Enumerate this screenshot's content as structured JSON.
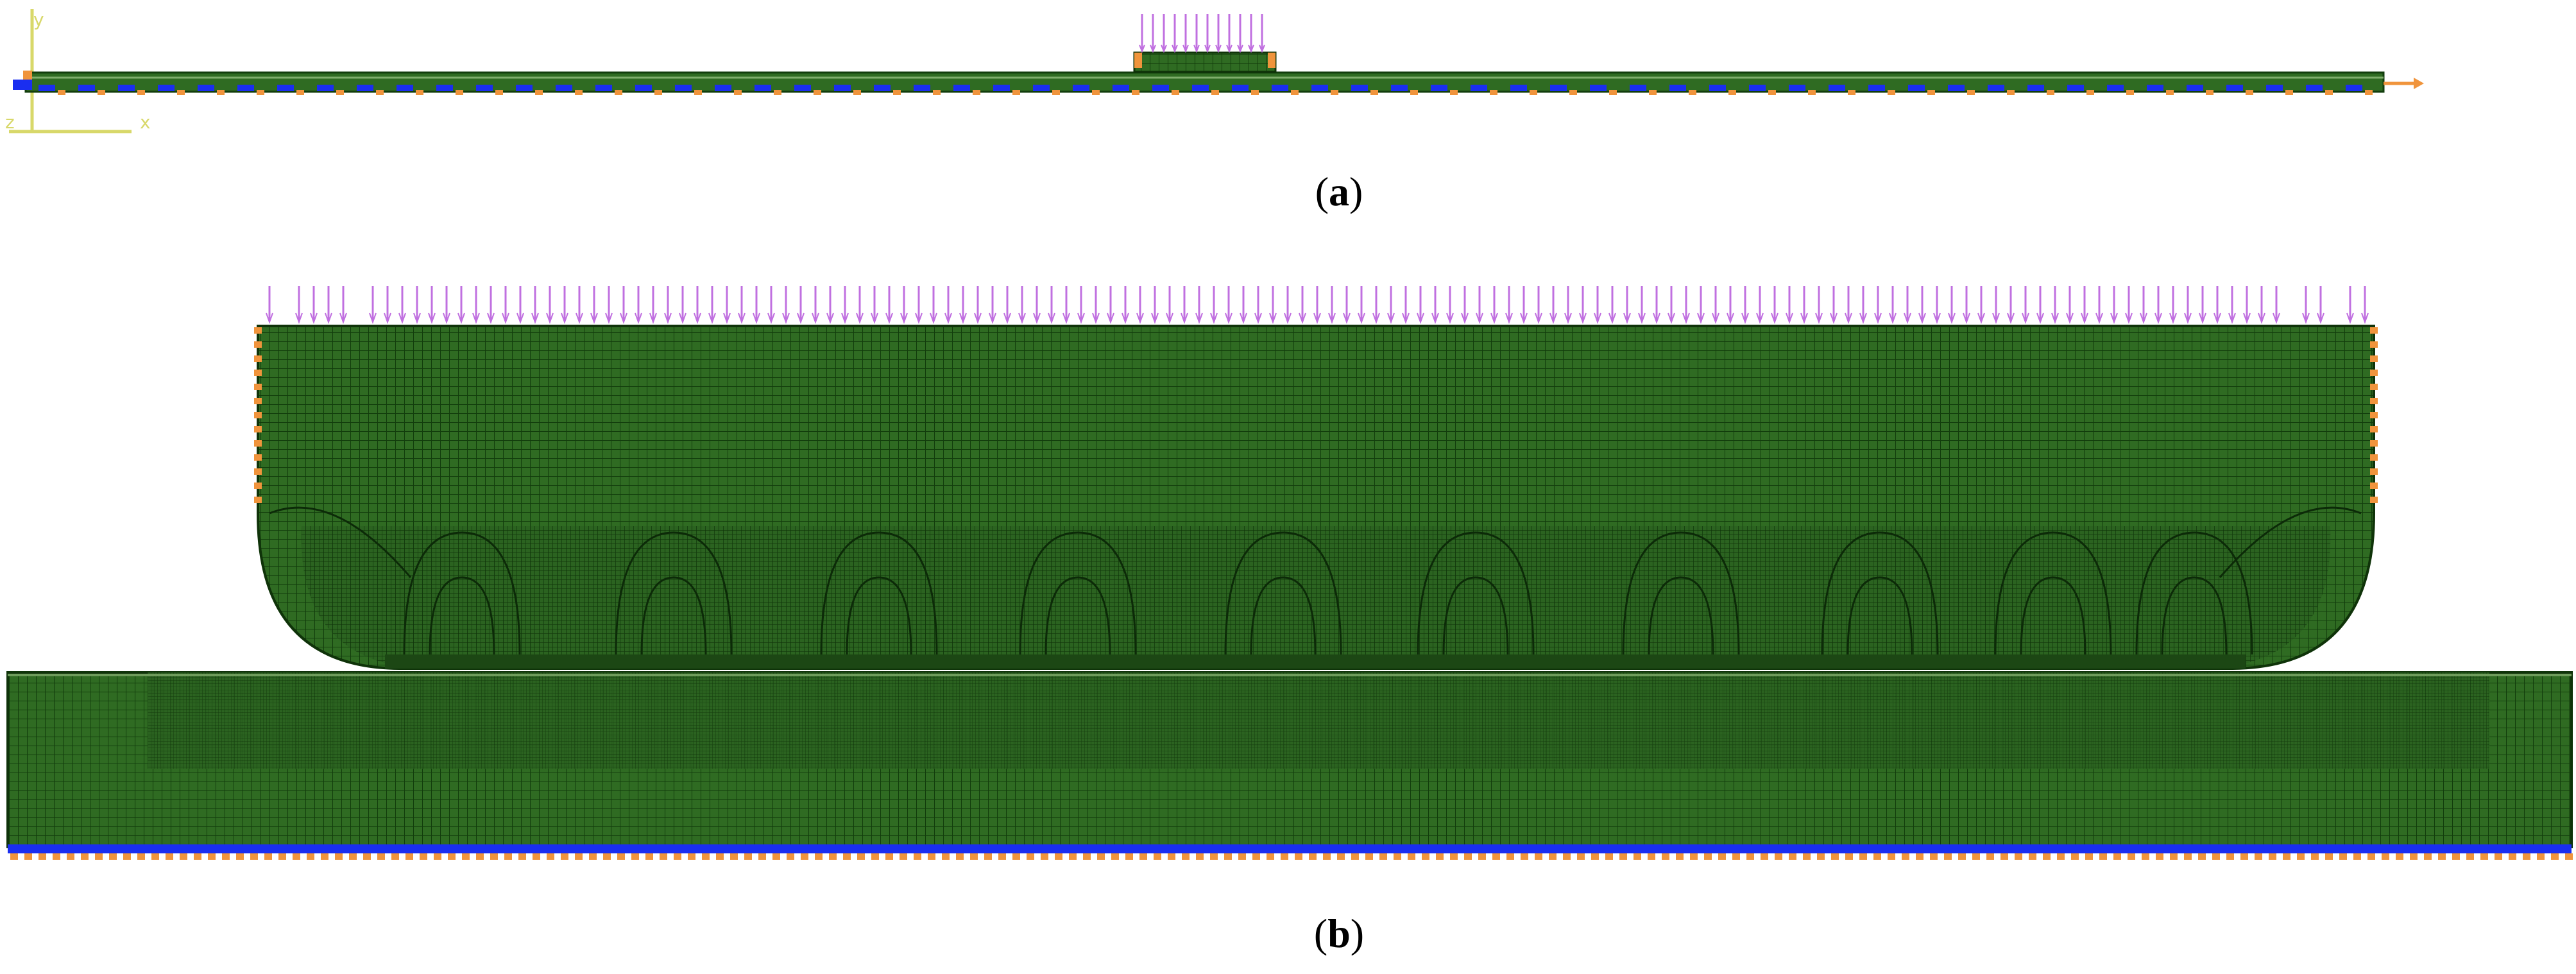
{
  "figure": {
    "captions": {
      "a": {
        "open": "(",
        "letter": "a",
        "close": ")"
      },
      "b": {
        "open": "(",
        "letter": "b",
        "close": ")"
      }
    },
    "axis_triad": {
      "y": "y",
      "x": "x",
      "z": "z"
    }
  },
  "colors": {
    "mesh_fill": "#2f6b22",
    "mesh_line": "#123d0c",
    "mesh_dark": "#1c4714",
    "load_arrow": "#c070e0",
    "constraint_orange": "#f0943c",
    "constraint_blue": "#1a2ef0",
    "axis": "#d8d86a"
  }
}
